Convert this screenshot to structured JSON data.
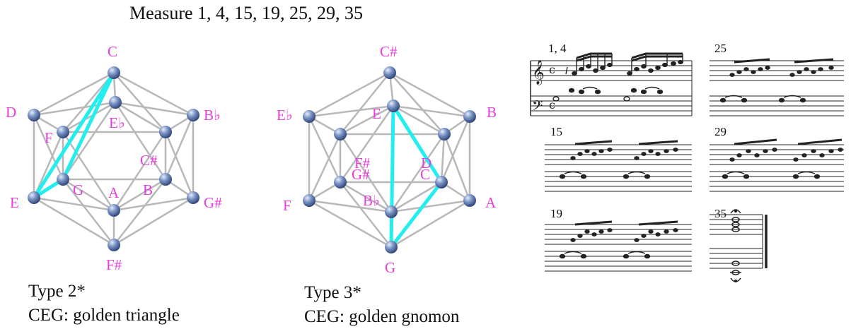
{
  "title": "Measure 1, 4, 15, 19, 25, 29, 35",
  "colors": {
    "label": "#e83cdc",
    "highlight": "#22eeee",
    "edge": "#b8b8b8",
    "node": "#5b78b4"
  },
  "diagram_left": {
    "labels": {
      "top": "C",
      "ul": "D",
      "ur": "B♭",
      "ll": "E",
      "lr": "G#",
      "bottom": "F#",
      "i1": "E♭",
      "i2": "F",
      "i3": "C#",
      "i4": "G",
      "i5": "B",
      "i6": "A"
    },
    "caption_type": "Type 2*",
    "caption_ceg": "CEG: golden triangle"
  },
  "diagram_right": {
    "labels": {
      "top": "C#",
      "ul": "E♭",
      "ur": "B",
      "ll": "F",
      "lr": "A",
      "bottom": "G",
      "i1": "E",
      "i2": "F#",
      "i3": "D",
      "i4": "G#",
      "i5": "C",
      "i6": "B♭"
    },
    "caption_type": "Type 3*",
    "caption_ceg": "CEG: golden gnomon"
  },
  "score": {
    "measures": [
      {
        "id": "m1",
        "label": "1, 4"
      },
      {
        "id": "m25",
        "label": "25"
      },
      {
        "id": "m15",
        "label": "15"
      },
      {
        "id": "m29",
        "label": "29"
      },
      {
        "id": "m19",
        "label": "19"
      },
      {
        "id": "m35",
        "label": "35"
      }
    ]
  }
}
